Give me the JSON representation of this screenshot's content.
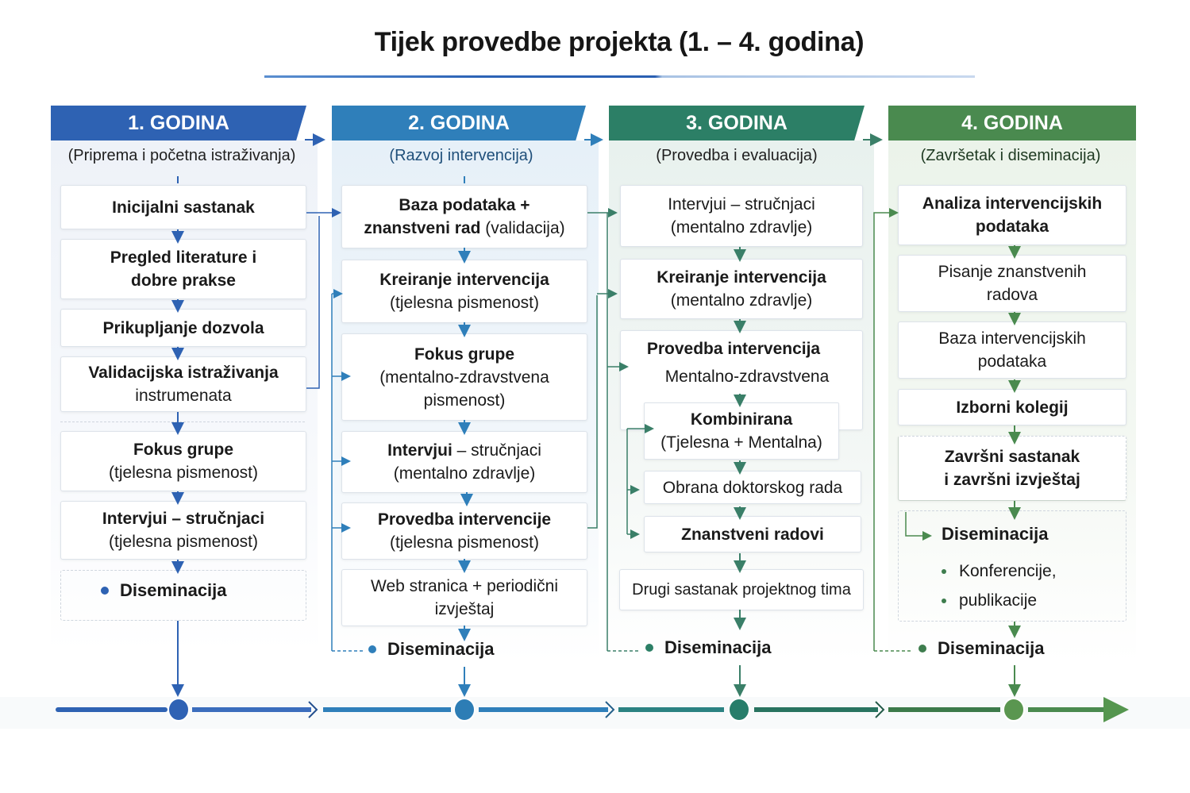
{
  "title": "Tijek provedbe projekta (1. – 4. godina)",
  "colors": {
    "year1": "#2e62b3",
    "year2": "#2f7fba",
    "year3": "#2c7f66",
    "year4": "#4a8a4f",
    "text": "#1a1a1a"
  },
  "years": [
    {
      "label": "1. GODINA",
      "subtitle": "(Priprema i početna istraživanja)",
      "steps": [
        {
          "line1": "Inicijalni sastanak",
          "line2": ""
        },
        {
          "line1": "Pregled literature i",
          "line2": "dobre prakse"
        },
        {
          "line1": "Prikupljanje dozvola",
          "line2": ""
        },
        {
          "line1": "Validacijska istraživanja",
          "line2": "instrumenata"
        },
        {
          "line1": "Fokus grupe",
          "line2": "(tjelesna pismenost)"
        },
        {
          "line1": "Intervjui – stručnjaci",
          "line2": "(tjelesna pismenost)"
        }
      ],
      "dissemination": "Diseminacija"
    },
    {
      "label": "2. GODINA",
      "subtitle": "(Razvoj intervencija)",
      "steps": [
        {
          "line1": "Baza podataka +",
          "line2a": "znanstveni rad",
          "line2b": " (validacija)"
        },
        {
          "line1": "Kreiranje intervencija",
          "line2": "(tjelesna pismenost)"
        },
        {
          "line1": "Fokus grupe",
          "line2": "(mentalno-zdravstvena",
          "line3": "pismenost)"
        },
        {
          "line1": "Intervjui",
          "line1b": " – stručnjaci",
          "line2": "(mentalno zdravlje)"
        },
        {
          "line1": "Provedba intervencije",
          "line2": "(tjelesna pismenost)"
        },
        {
          "line1": "Web stranica + periodični",
          "line2": "izvještaj"
        }
      ],
      "dissemination": "Diseminacija"
    },
    {
      "label": "3. GODINA",
      "subtitle": "(Provedba i evaluacija)",
      "steps": [
        {
          "line1": "Intervjui – stručnjaci",
          "line2": "(mentalno zdravlje)"
        },
        {
          "line1": "Kreiranje intervencija",
          "line2": "(mentalno zdravlje)"
        },
        {
          "line1": "Provedba intervencija",
          "line2": "Mentalno-zdravstvena"
        },
        {
          "line1": "Kombinirana",
          "line2": "(Tjelesna + Mentalna)"
        },
        {
          "line1": "Obrana doktorskog rada",
          "line2": ""
        },
        {
          "line1": "Znanstveni radovi",
          "line2": ""
        },
        {
          "line1": "Drugi sastanak projektnog tima",
          "line2": ""
        }
      ],
      "dissemination": "Diseminacija"
    },
    {
      "label": "4. GODINA",
      "subtitle": "(Završetak i diseminacija)",
      "steps": [
        {
          "line1": "Analiza intervencijskih",
          "line2": "podataka"
        },
        {
          "line1": "Pisanje znanstvenih",
          "line2": "radova"
        },
        {
          "line1": "Baza intervencijskih",
          "line2": "podataka"
        },
        {
          "line1": "Izborni kolegij",
          "line2": ""
        },
        {
          "line1": "Završni sastanak",
          "line2": "i završni izvještaj"
        }
      ],
      "inner_dissemination": {
        "title": "Diseminacija",
        "items": [
          "Konferencije,",
          "publikacije"
        ]
      },
      "dissemination": "Diseminacija"
    }
  ]
}
